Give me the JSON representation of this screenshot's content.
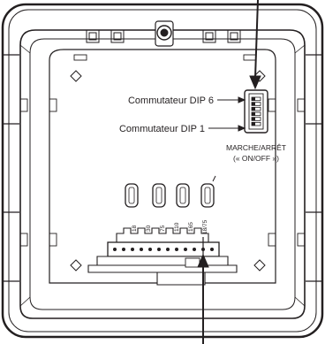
{
  "callouts": {
    "dip6": "Commutateur DIP 6",
    "dip1": "Commutateur DIP 1",
    "onoff_line1": "MARCHE/ARRÊT",
    "onoff_line2": "(« ON/OFF »)"
  },
  "terminal_labels": [
    "18",
    "30",
    "75",
    "110",
    "165",
    "18/75"
  ],
  "dip_switch_count": 6
}
